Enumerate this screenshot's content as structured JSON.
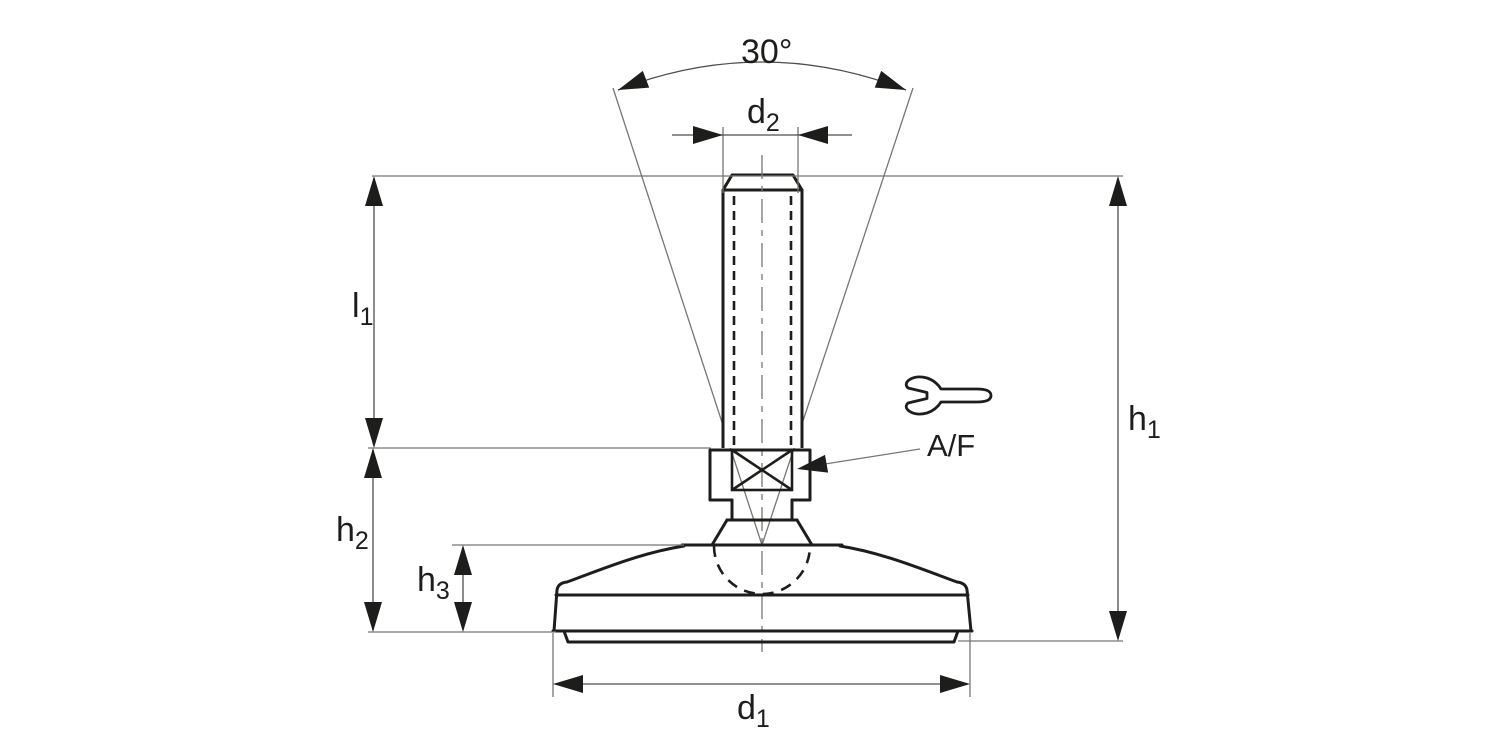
{
  "drawing": {
    "kind": "technical-dimension-drawing",
    "subject": "levelling-foot-with-threaded-stud-and-ball-joint-base"
  },
  "colors": {
    "background": "#ffffff",
    "outline": "#1d1d1b",
    "thin_line": "#767674",
    "dimension_line": "#4d4d4d",
    "text": "#1d1d1b"
  },
  "icons": {
    "wrench": "open-end-wrench"
  },
  "labels": {
    "angle": "30°",
    "af": "A/F",
    "d2": {
      "base": "d",
      "sub": "2"
    },
    "l1": {
      "base": "l",
      "sub": "1"
    },
    "h1": {
      "base": "h",
      "sub": "1"
    },
    "h2": {
      "base": "h",
      "sub": "2"
    },
    "h3": {
      "base": "h",
      "sub": "3"
    },
    "d1": {
      "base": "d",
      "sub": "1"
    }
  }
}
